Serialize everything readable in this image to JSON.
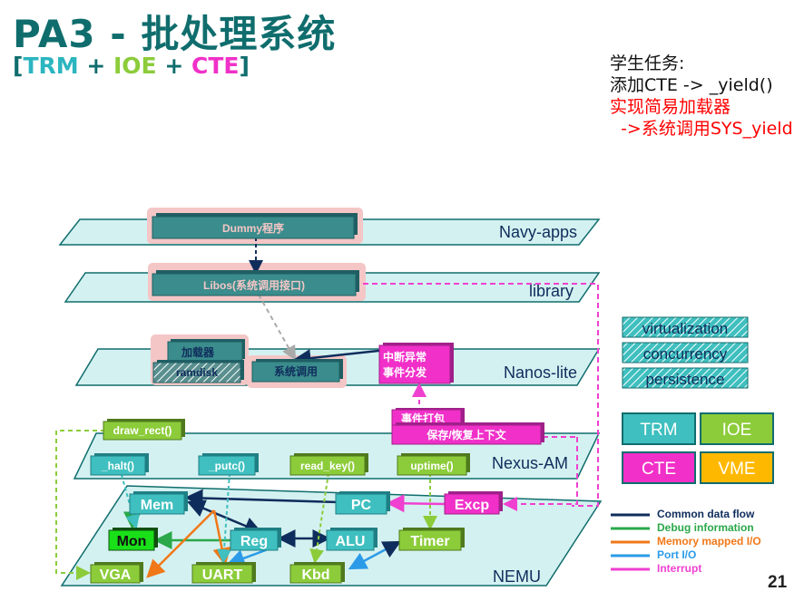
{
  "title": "PA3 - 批处理系统",
  "subtitle": {
    "open": "[",
    "trm": "TRM",
    "plus1": " + ",
    "ioe": "IOE",
    "plus2": " + ",
    "cte": "CTE",
    "close": "]"
  },
  "task": {
    "line1": "学生任务:",
    "line2": "添加CTE -> _yield()",
    "line3": "实现简易加载器",
    "line4": "  ->系统调用SYS_yield"
  },
  "layers": {
    "navy": "Navy-apps",
    "library": "library",
    "nanos": "Nanos-lite",
    "nexus": "Nexus-AM",
    "nemu": "NEMU"
  },
  "boxes": {
    "dummy": "Dummy程序",
    "libos": "Libos(系统调用接口)",
    "loader": "加载器",
    "ramdisk": "ramdisk",
    "syscall": "系统调用",
    "event_dispatch_1": "中断异常",
    "event_dispatch_2": "事件分发",
    "event_pack": "事件打包",
    "save_restore": "保存/恢复上下文",
    "draw_rect": "draw_rect()",
    "halt": "_halt()",
    "putc": "_putc()",
    "read_key": "read_key()",
    "uptime": "uptime()",
    "mem": "Mem",
    "pc": "PC",
    "excp": "Excp",
    "mon": "Mon",
    "reg": "Reg",
    "alu": "ALU",
    "timer": "Timer",
    "vga": "VGA",
    "uart": "UART",
    "kbd": "Kbd"
  },
  "legend_boxes": {
    "virtualization": "virtualization",
    "concurrency": "concurrency",
    "persistence": "persistence",
    "trm": "TRM",
    "ioe": "IOE",
    "cte": "CTE",
    "vme": "VME"
  },
  "legend_lines": [
    {
      "label": "Common data flow",
      "color": "#0f2d5c"
    },
    {
      "label": "Debug information",
      "color": "#2aa84a"
    },
    {
      "label": "Memory mapped I/O",
      "color": "#f07818"
    },
    {
      "label": "Port I/O",
      "color": "#2b9be8"
    },
    {
      "label": "Interrupt",
      "color": "#f040d0"
    }
  ],
  "colors": {
    "title": "#106d6d",
    "layer_fill": "#d4f1f1",
    "layer_stroke": "#106d6d",
    "teal_box": "#3fbfbf",
    "green_box": "#8ccc3a",
    "magenta_box": "#f030c8",
    "dark_box": "#3b8c8c",
    "pink_highlight": "#f4c6c6",
    "trm": "#3fbfbf",
    "ioe": "#8ccc3a",
    "cte": "#f030c8",
    "vme": "#ffb800"
  },
  "page_number": "21"
}
